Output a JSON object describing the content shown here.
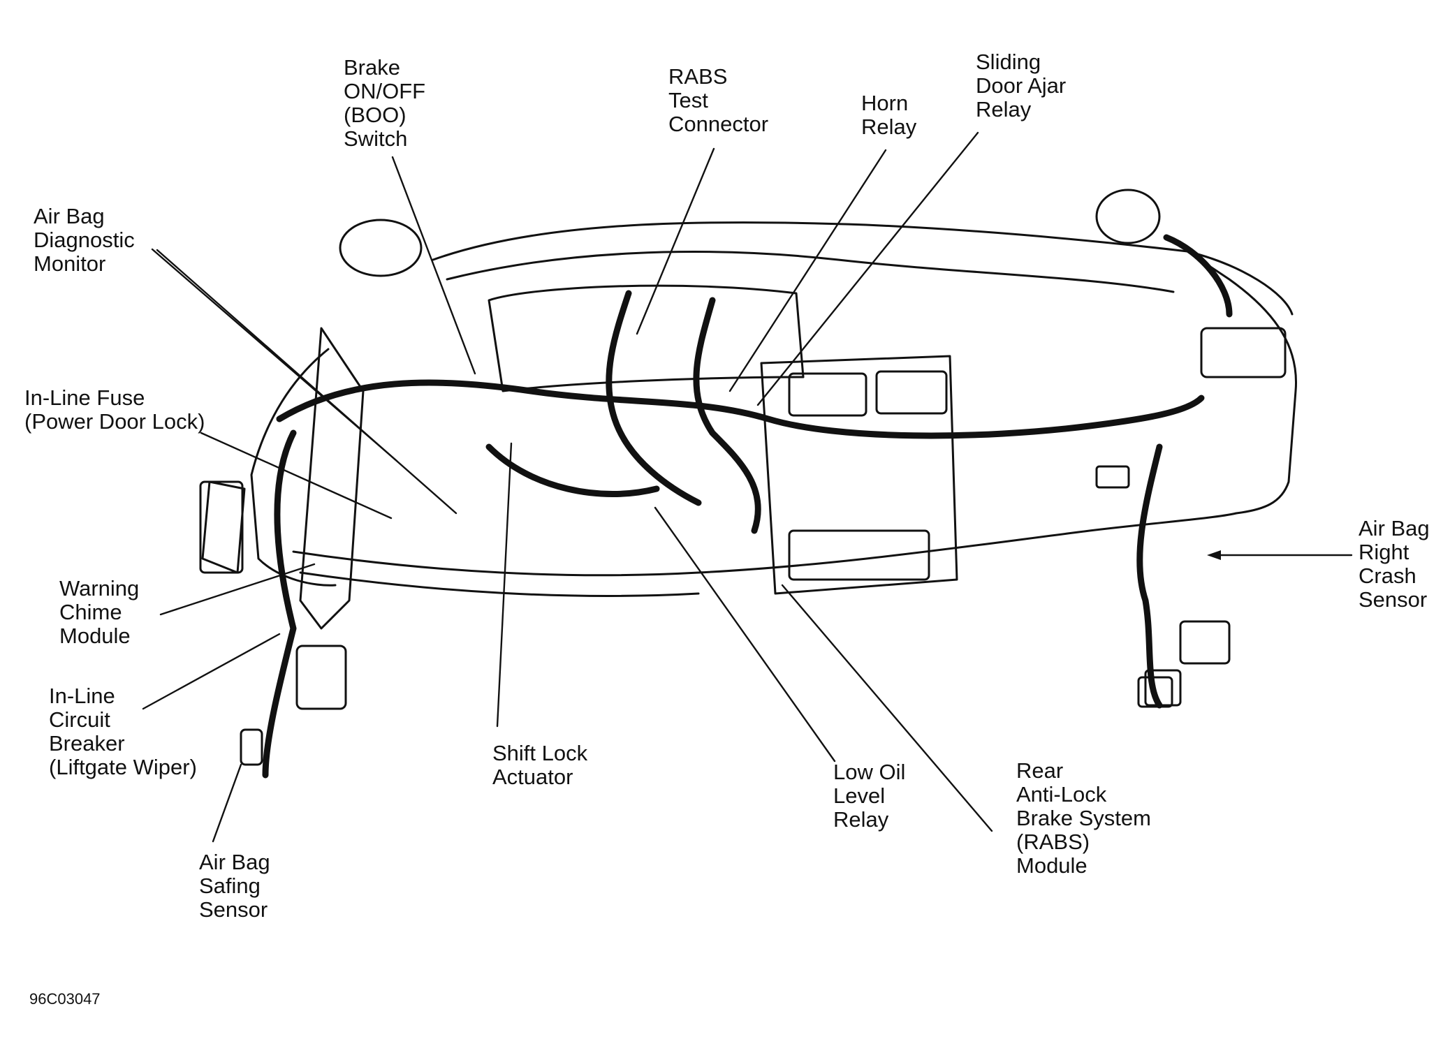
{
  "figure_code": "96C03047",
  "labels": {
    "brake_switch": "Brake\nON/OFF\n(BOO)\nSwitch",
    "rabs_test_connector": "RABS\nTest\nConnector",
    "horn_relay": "Horn\nRelay",
    "sliding_door_ajar_relay": "Sliding\nDoor Ajar\nRelay",
    "air_bag_diagnostic_monitor": "Air Bag\nDiagnostic\nMonitor",
    "inline_fuse": "In-Line Fuse\n(Power Door Lock)",
    "warning_chime_module": "Warning\nChime\nModule",
    "inline_circuit_breaker": "In-Line\nCircuit\nBreaker\n(Liftgate Wiper)",
    "air_bag_safing_sensor": "Air Bag\nSafing\nSensor",
    "shift_lock_actuator": "Shift Lock\nActuator",
    "low_oil_level_relay": "Low Oil\nLevel\nRelay",
    "rabs_module": "Rear\nAnti-Lock\nBrake System\n(RABS)\nModule",
    "air_bag_right_crash_sensor": "Air Bag\nRight\nCrash\nSensor"
  }
}
